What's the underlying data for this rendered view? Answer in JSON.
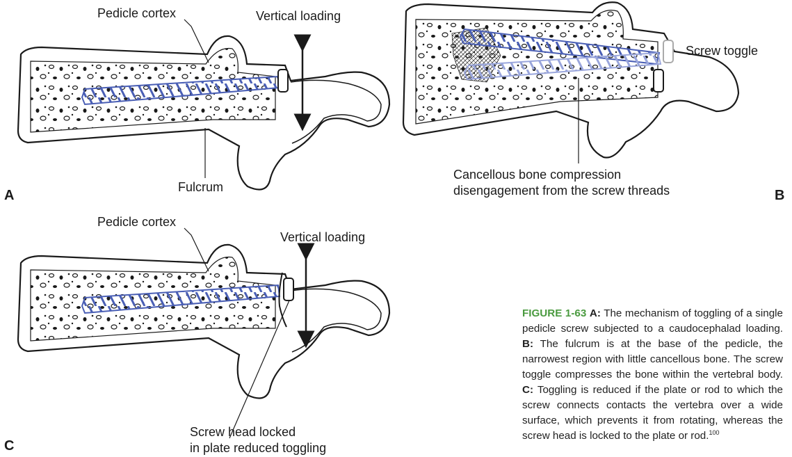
{
  "panels": [
    {
      "letter": "A",
      "labels": {
        "cortex": "Pedicle cortex",
        "loading": "Vertical loading",
        "fulcrum": "Fulcrum"
      }
    },
    {
      "letter": "B",
      "labels": {
        "toggle": "Screw toggle",
        "compression_1": "Cancellous bone compression",
        "compression_2": "disengagement from the screw threads"
      }
    },
    {
      "letter": "C",
      "labels": {
        "cortex": "Pedicle cortex",
        "loading": "Vertical loading",
        "locked_1": "Screw head locked",
        "locked_2": "in plate reduced toggling"
      }
    }
  ],
  "caption": {
    "figure_id": "FIGURE 1-63",
    "a_tag": "A:",
    "a_text": " The mechanism of toggling of a single pedicle screw subjected to a caudocephalad loading. ",
    "b_tag": "B:",
    "b_text": " The fulcrum is at the base of the pedicle, the narrowest region with little cancellous bone. The screw toggle compresses the bone within the vertebral body. ",
    "c_tag": "C:",
    "c_text": " Toggling is reduced if the plate or rod to which the screw connects contacts the vertebra over a wide surface, which prevents it from rotating, whereas the screw head is locked to the plate or rod.",
    "ref": "100"
  },
  "colors": {
    "screw": "#4a5fb5",
    "screw_light": "#9aa6dc",
    "figure_label": "#4a9a3f",
    "ink": "#1a1a1a"
  }
}
